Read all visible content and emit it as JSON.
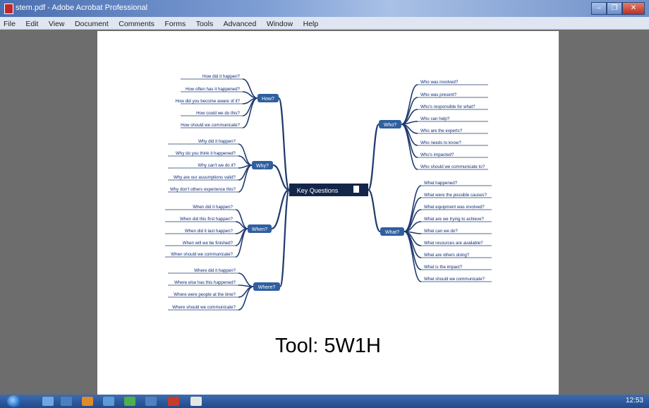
{
  "window": {
    "title": "stem.pdf - Adobe Acrobat Professional",
    "min": "–",
    "max": "❐",
    "close": "✕"
  },
  "menu": [
    "File",
    "Edit",
    "View",
    "Document",
    "Comments",
    "Forms",
    "Tools",
    "Advanced",
    "Window",
    "Help"
  ],
  "mindmap": {
    "center": "Key Questions",
    "how": {
      "label": "How?",
      "items": [
        "How did it happen?",
        "How often has it happened?",
        "How did you become aware of it?",
        "How could we do this?",
        "How should we communicate?"
      ]
    },
    "why": {
      "label": "Why?",
      "items": [
        "Why did it happen?",
        "Why do you think it happened?",
        "Why can't we do it?",
        "Why are our assumptions valid?",
        "Why don't others experience this?"
      ]
    },
    "when": {
      "label": "When?",
      "items": [
        "When did it happen?",
        "When did this first happen?",
        "When did it last happen?",
        "When will we be finished?",
        "When should we communicate?"
      ]
    },
    "where": {
      "label": "Where?",
      "items": [
        "Where did it happen?",
        "Where else has this happened?",
        "Where were people at the time?",
        "Where should we communicate?"
      ]
    },
    "who": {
      "label": "Who?",
      "items": [
        "Who was involved?",
        "Who was present?",
        "Who's responsible for what?",
        "Who can help?",
        "Who are the experts?",
        "Who needs to know?",
        "Who's impacted?",
        "Who should we communicate to?"
      ]
    },
    "what": {
      "label": "What?",
      "items": [
        "What happened?",
        "What were the possible causes?",
        "What equipment was involved?",
        "What are we trying to achieve?",
        "What can we do?",
        "What resources are available?",
        "What are others doing?",
        "What is the impact?",
        "What should we communicate?"
      ]
    }
  },
  "caption": "Tool: 5W1H",
  "colors": {
    "branch": "#1f3a6e",
    "node": "#2f5fa0",
    "center": "#14254a",
    "link": "#0a2a7a"
  },
  "tray": "12:53"
}
